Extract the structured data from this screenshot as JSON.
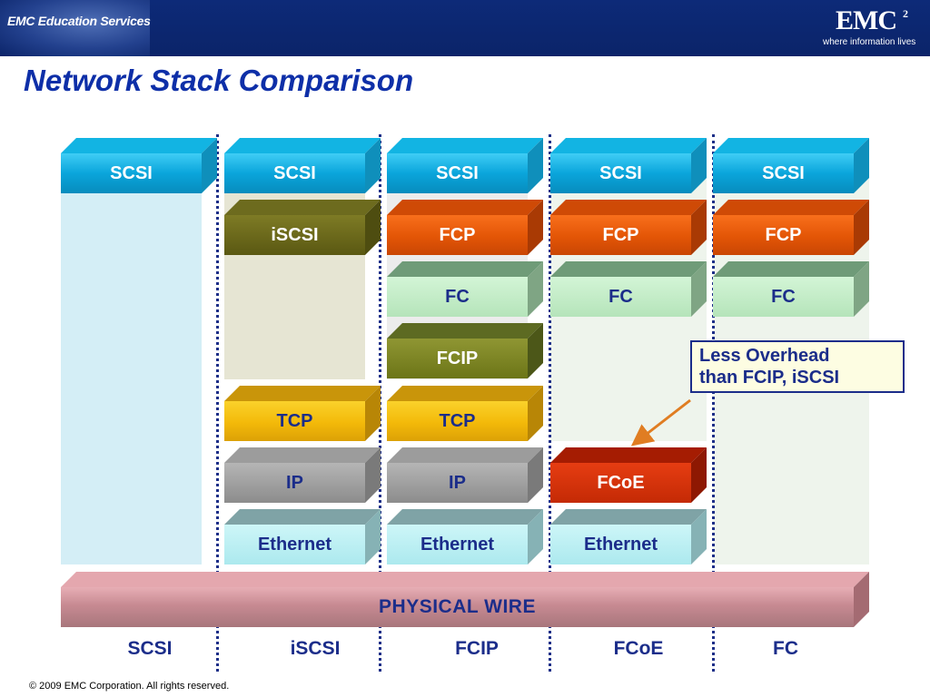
{
  "header": {
    "brand_left": "EMC Education Services",
    "logo": "EMC",
    "logo_superscript": "2",
    "logo_tagline": "where information lives"
  },
  "title": "Network Stack Comparison",
  "columns": [
    {
      "bottom_label": "SCSI",
      "background": "#d4eef6",
      "layers": [
        "SCSI"
      ]
    },
    {
      "bottom_label": "iSCSI",
      "background": "#e6e5d3",
      "layers": [
        "SCSI",
        "iSCSI",
        "TCP",
        "IP",
        "Ethernet"
      ]
    },
    {
      "bottom_label": "FCIP",
      "background": "#ececec",
      "layers": [
        "SCSI",
        "FCP",
        "FC",
        "FCIP",
        "TCP",
        "IP",
        "Ethernet"
      ]
    },
    {
      "bottom_label": "FCoE",
      "background": "#eef4ec",
      "layers": [
        "SCSI",
        "FCP",
        "FC",
        "FCoE",
        "Ethernet"
      ]
    },
    {
      "bottom_label": "FC",
      "background": "#eef4ec",
      "layers": [
        "SCSI",
        "FCP",
        "FC"
      ]
    }
  ],
  "physical_wire": "PHYSICAL WIRE",
  "callout": {
    "line1": "Less Overhead",
    "line2": "than FCIP, iSCSI"
  },
  "colors": {
    "header_bg": "#0b2469",
    "title": "#0e2fa8",
    "label_text": "#1b2d8a",
    "arrow": "#e07d22",
    "divider": "#1d2f88"
  },
  "footer": "© 2009 EMC Corporation. All rights reserved."
}
